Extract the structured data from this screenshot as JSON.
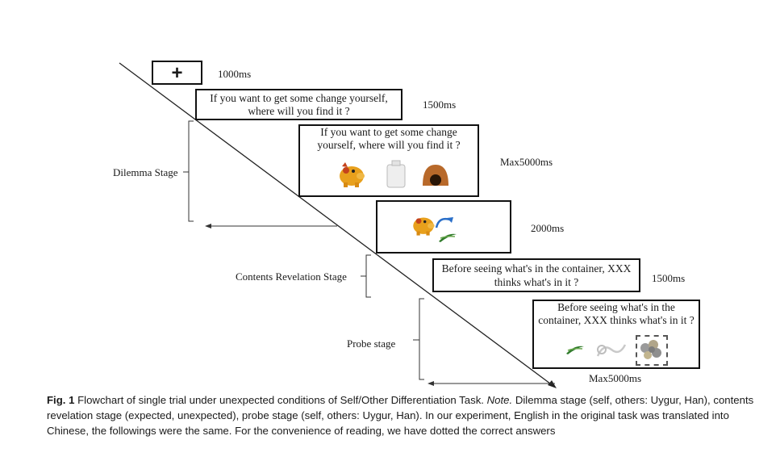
{
  "fixation": {
    "symbol": "+",
    "timing": "1000ms"
  },
  "question_screen": {
    "line1": "If you want to get some change yourself,",
    "line2": "where will you find it ?",
    "timing": "1500ms"
  },
  "dilemma_screen": {
    "line1": "If you want to get some change",
    "line2": "yourself, where will you find it ?",
    "timing": "Max5000ms",
    "items": [
      "piggy-bank",
      "white-container",
      "brown-hut"
    ]
  },
  "contents_screen": {
    "timing": "2000ms"
  },
  "belief_question_screen": {
    "line1": "Before seeing what's in the container, XXX",
    "line2": "thinks what's in it ?",
    "timing": "1500ms"
  },
  "probe_screen": {
    "line1": "Before seeing what's in the",
    "line2": "container, XXX thinks what's in it ?",
    "timing": "Max5000ms"
  },
  "stages": {
    "dilemma": "Dilemma Stage",
    "contents": "Contents Revelation Stage",
    "probe": "Probe stage"
  },
  "caption": {
    "fig_label": "Fig. 1",
    "text": "Flowchart of single trial under unexpected conditions of Self/Other Differentiation Task.",
    "note_label": "Note.",
    "note_text": "Dilemma stage (self, others: Uygur, Han), contents revelation stage (expected, unexpected), probe stage (self, others: Uygur, Han). In our experiment, English in the original task was translated into Chinese, the followings were the same. For the convenience of reading, we have dotted the correct answers"
  },
  "colors": {
    "piggy": "#e8a01c",
    "hut": "#b8692a",
    "leaf": "#2f7a2a",
    "arrow_blue": "#2a6fc9"
  }
}
